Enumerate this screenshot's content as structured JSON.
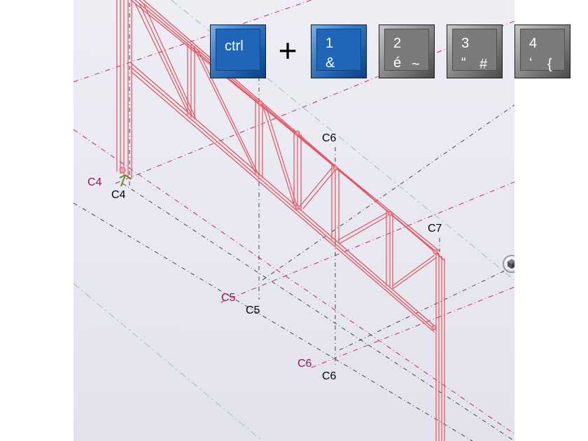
{
  "keys": {
    "ctrl": {
      "label": "ctrl",
      "color": "#1f66b8"
    },
    "plus": "+",
    "k1": {
      "top": "1",
      "bottom": "&",
      "color": "#1f66b8"
    },
    "k2": {
      "top": "2",
      "bottom": "é",
      "alt": "~",
      "color": "#7a7a7a"
    },
    "k3": {
      "top": "3",
      "bottom": "“",
      "alt": "#",
      "color": "#7a7a7a"
    },
    "k4": {
      "top": "4",
      "bottom": "‘",
      "alt": "{",
      "color": "#7a7a7a"
    }
  },
  "grid_labels": {
    "c4_magenta": "C4",
    "c4_black": "C4",
    "c5_magenta": "C5",
    "c5_black": "C5",
    "c6_top": "C6",
    "c6_magenta": "C6",
    "c6_black": "C6",
    "c7": "C7"
  },
  "colors": {
    "truss": "#e8505a",
    "grid_dashdot": "#c0286e",
    "grid_black": "#333333",
    "grid_green": "#a8c8a8"
  },
  "icons": {
    "view_cube": "view-cube-icon",
    "axis_marker": "coordinate-axis-icon"
  }
}
